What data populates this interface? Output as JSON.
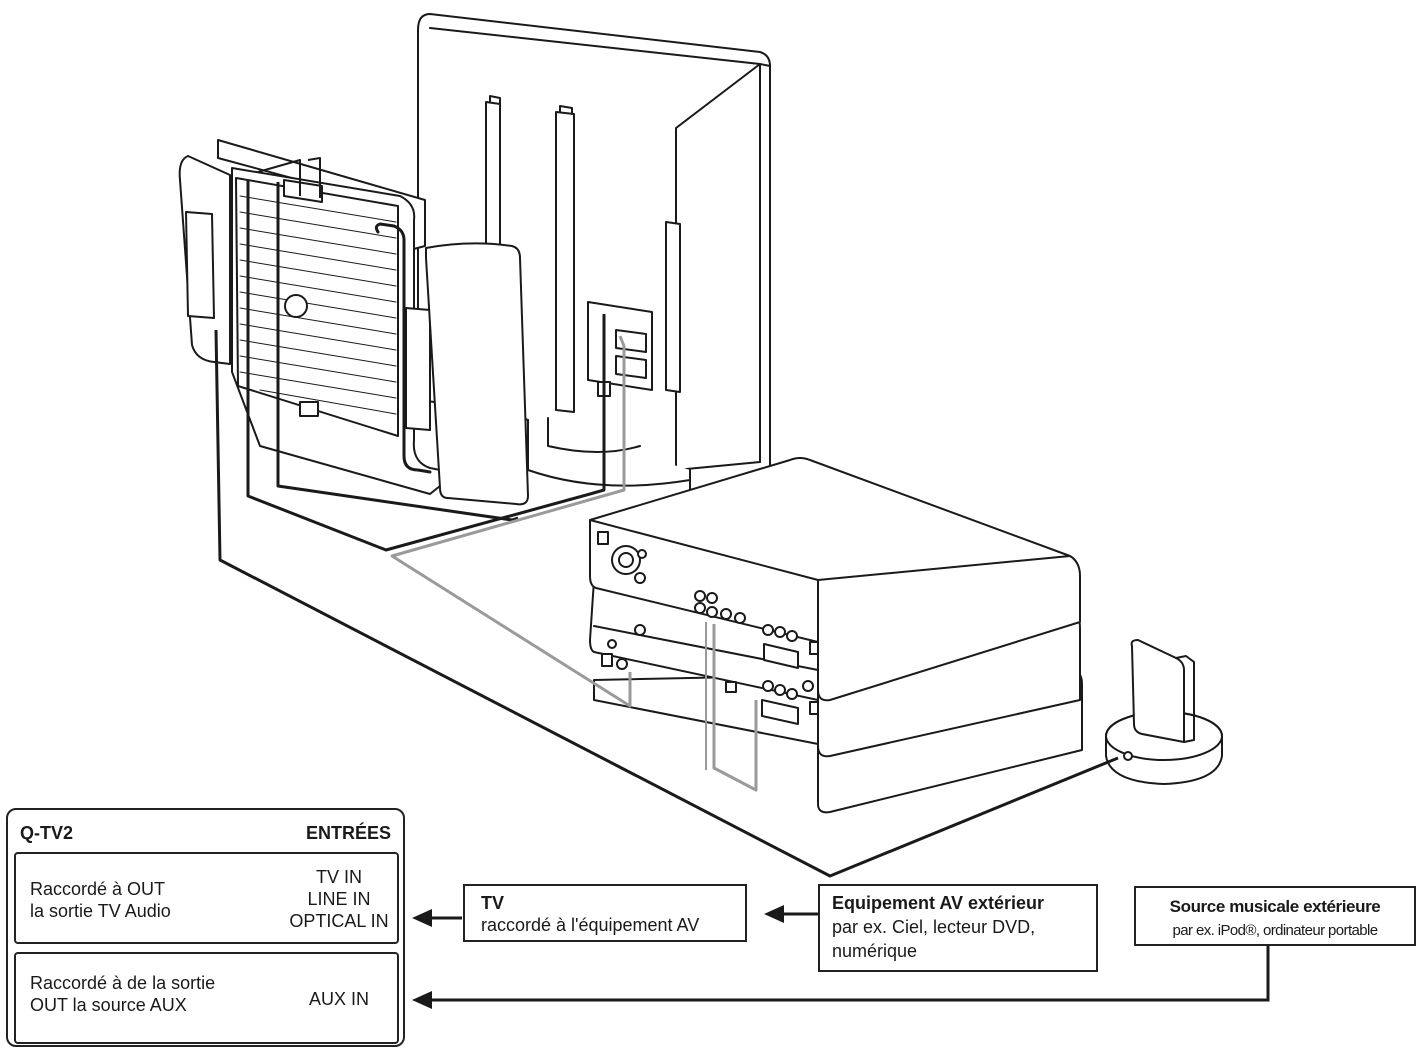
{
  "qtv2": {
    "title": "Q-TV2",
    "inputs_header": "ENTRÉES",
    "row1": {
      "left_line1": "Raccordé à  OUT",
      "left_line2": "la sortie TV Audio",
      "in1": "TV IN",
      "in2": "LINE IN",
      "in3": "OPTICAL IN"
    },
    "row2": {
      "left_line1": "Raccordé à  de la sortie",
      "left_line2": "OUT la source AUX",
      "in1": "AUX IN"
    }
  },
  "tv_box": {
    "title": "TV",
    "subtitle": "raccordé à l'équipement AV"
  },
  "av_box": {
    "title": "Equipement AV extérieur",
    "line1": "par ex. Ciel, lecteur DVD,",
    "line2": "numérique"
  },
  "music_box": {
    "title": "Source musicale extérieure",
    "line1": "par ex. iPod®, ordinateur portable"
  },
  "colors": {
    "line": "#1a1a1a",
    "grey_cable": "#9a9a9a"
  }
}
